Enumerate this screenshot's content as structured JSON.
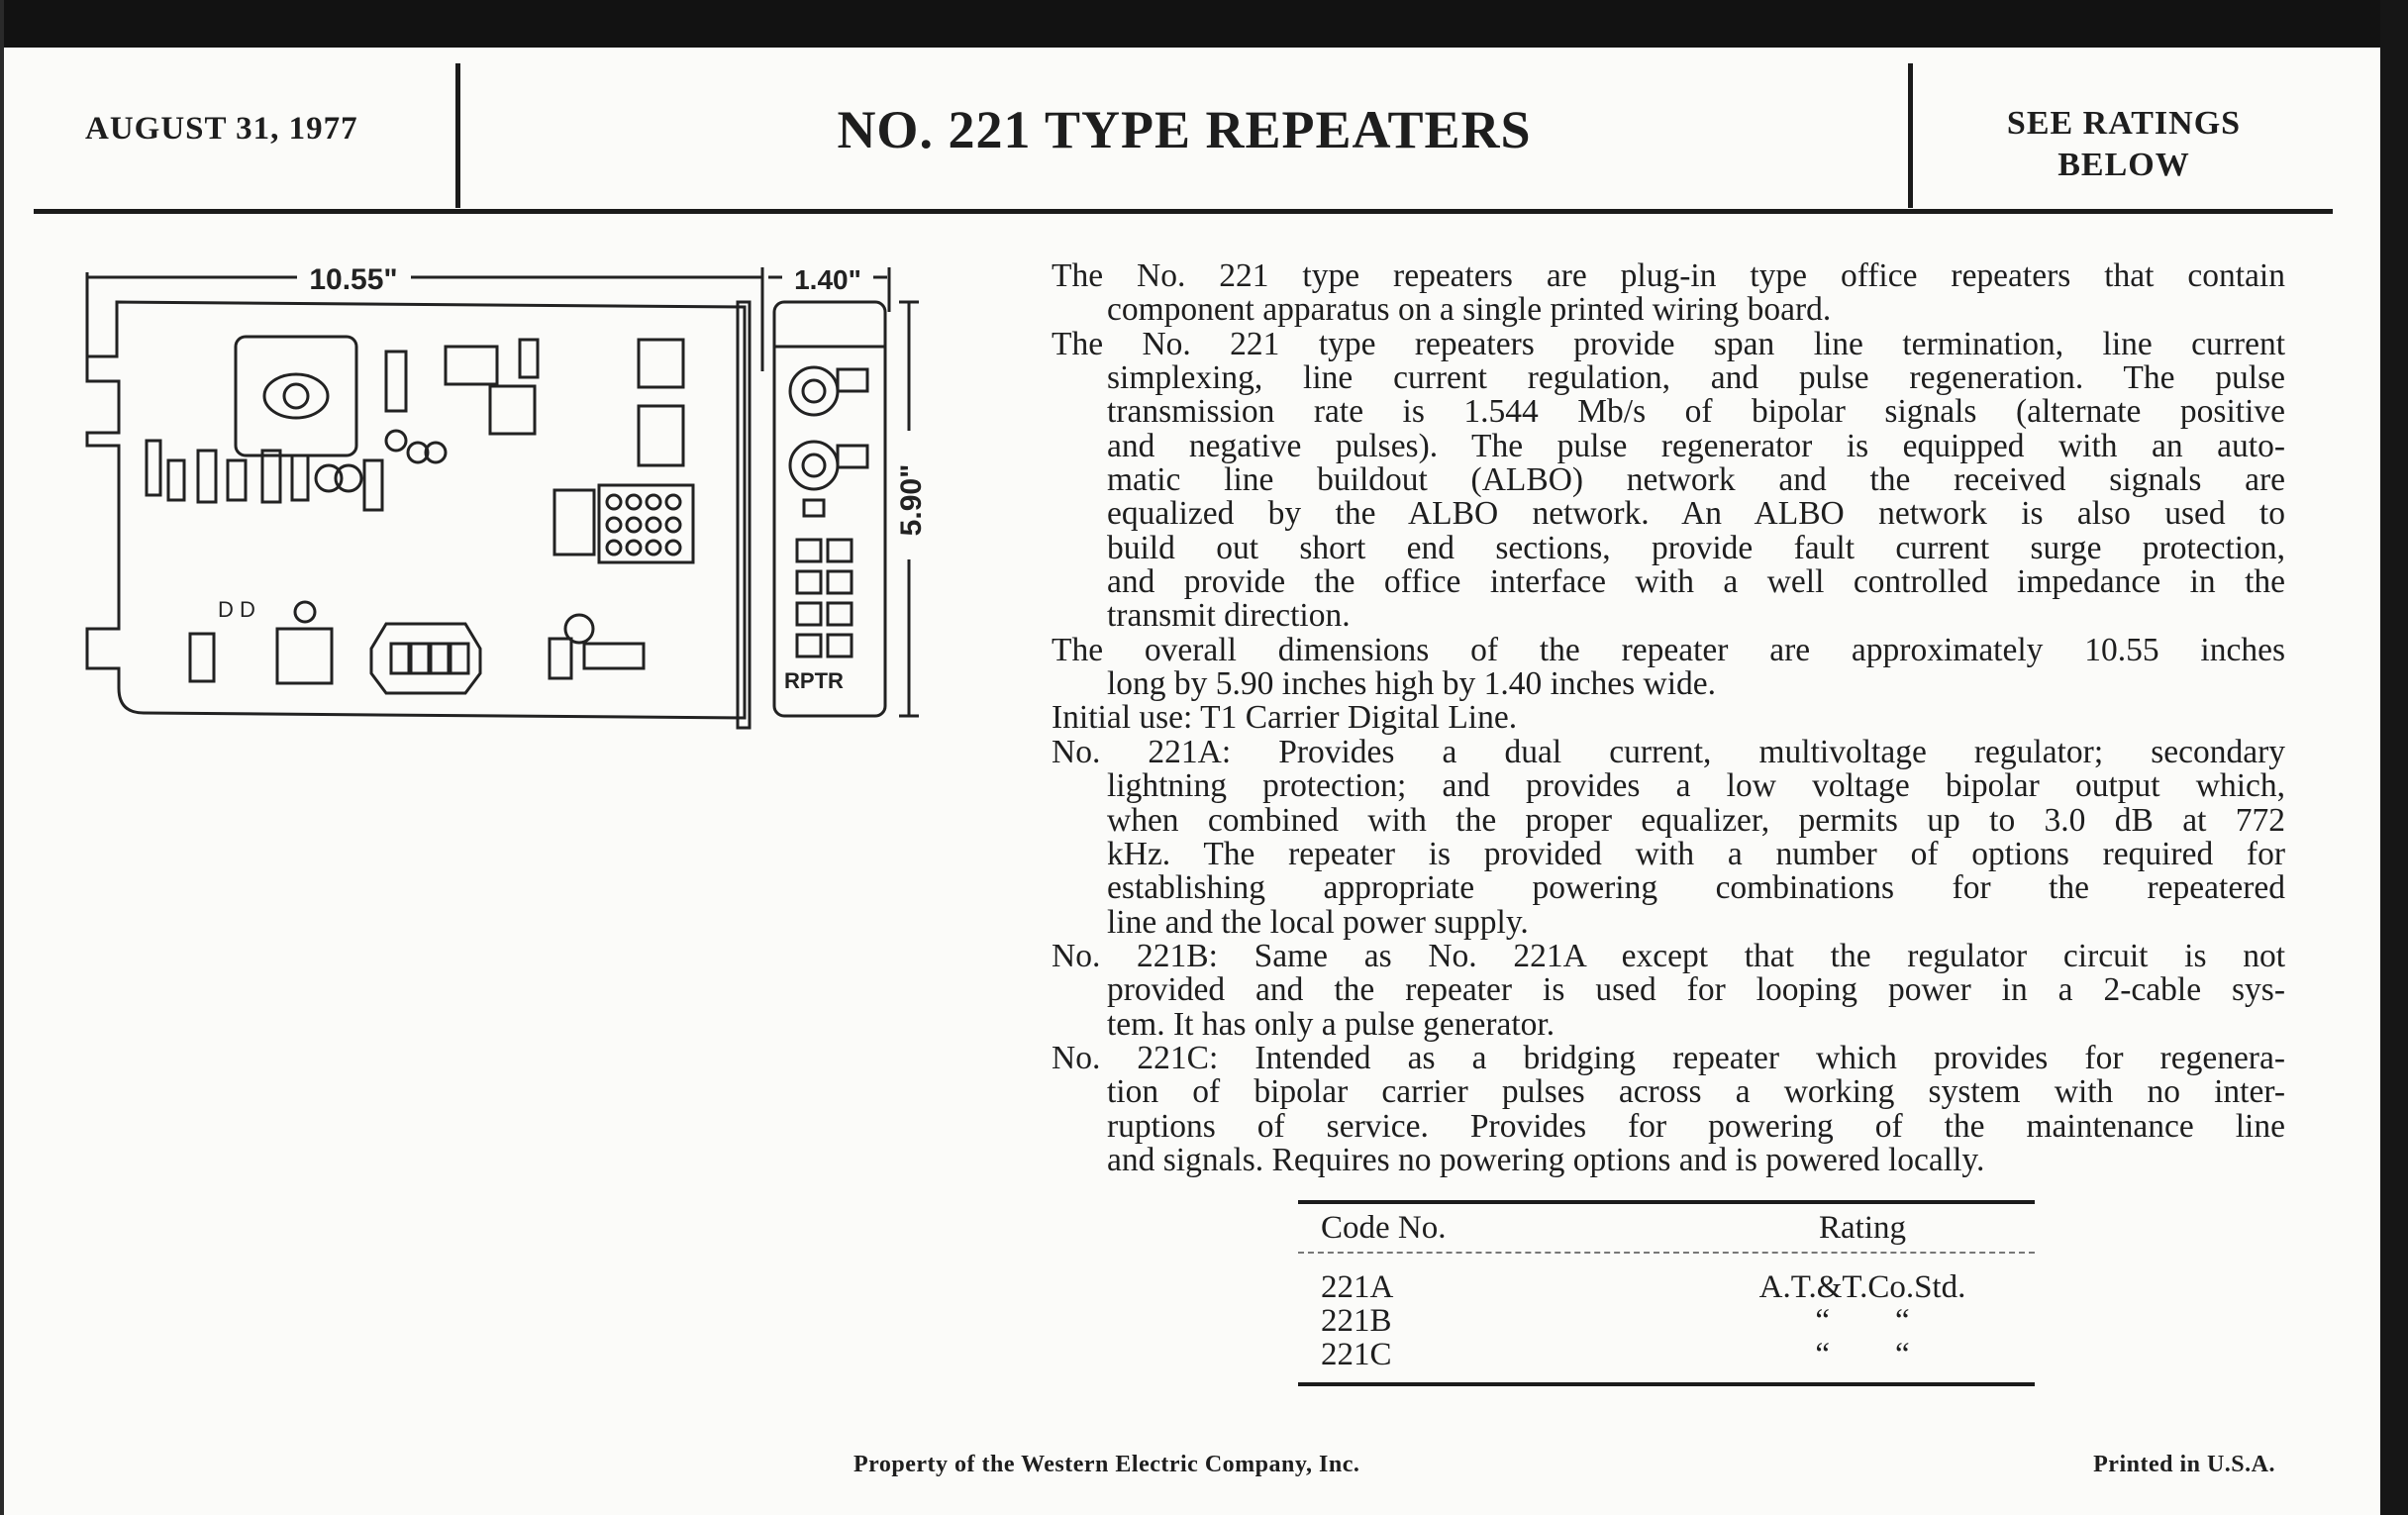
{
  "header": {
    "date": "AUGUST 31, 1977",
    "title": "NO. 221 TYPE REPEATERS",
    "ratings_line1": "SEE RATINGS",
    "ratings_line2": "BELOW"
  },
  "diagram": {
    "length_label": "10.55\"",
    "width_label": "1.40\"",
    "height_label": "5.90\"",
    "faceplate_label": "RPTR",
    "diode_labels": "D D"
  },
  "body": {
    "paragraphs": [
      [
        "The No. 221 type repeaters are plug-in type office repeaters that contain",
        "component apparatus on a single printed wiring board."
      ],
      [
        "The No. 221 type repeaters provide span line termination, line current",
        "simplexing, line current regulation, and pulse regeneration. The pulse",
        "transmission rate is 1.544 Mb/s of bipolar signals (alternate positive",
        "and negative pulses). The pulse regenerator is equipped with an auto-",
        "matic line buildout (ALBO) network and the received signals are",
        "equalized by the ALBO network. An ALBO network is also used to",
        "build out short end sections, provide fault current surge protection,",
        "and provide the office interface with a well controlled impedance in the",
        "transmit direction."
      ],
      [
        "The overall dimensions of the repeater are approximately 10.55 inches",
        "long by 5.90 inches high by 1.40 inches wide."
      ],
      [
        "Initial use:  T1 Carrier Digital Line."
      ],
      [
        "No. 221A:  Provides a dual current, multivoltage regulator; secondary",
        "lightning protection; and provides a low voltage bipolar output which,",
        "when combined with the proper equalizer, permits up to 3.0 dB at 772",
        "kHz.  The repeater is provided with a number of options required for",
        "establishing appropriate powering combinations for the repeatered",
        "line and the local power supply."
      ],
      [
        "No. 221B:  Same as No. 221A except that the regulator circuit is not",
        "provided and the repeater is used for looping power in a 2-cable sys-",
        "tem.  It has only a pulse generator."
      ],
      [
        "No. 221C:  Intended as a bridging repeater which provides for regenera-",
        "tion of bipolar carrier pulses across a working system with no inter-",
        "ruptions of service. Provides for powering of the maintenance line",
        "and signals.  Requires no powering options and is powered locally."
      ]
    ]
  },
  "ratings_table": {
    "headers": [
      "Code No.",
      "Rating"
    ],
    "rows": [
      [
        "221A",
        "A.T.&T.Co.Std."
      ],
      [
        "221B",
        "“        “"
      ],
      [
        "221C",
        "“        “"
      ]
    ]
  },
  "footer": {
    "property": "Property of the Western Electric Company, Inc.",
    "printed": "Printed in U.S.A."
  }
}
